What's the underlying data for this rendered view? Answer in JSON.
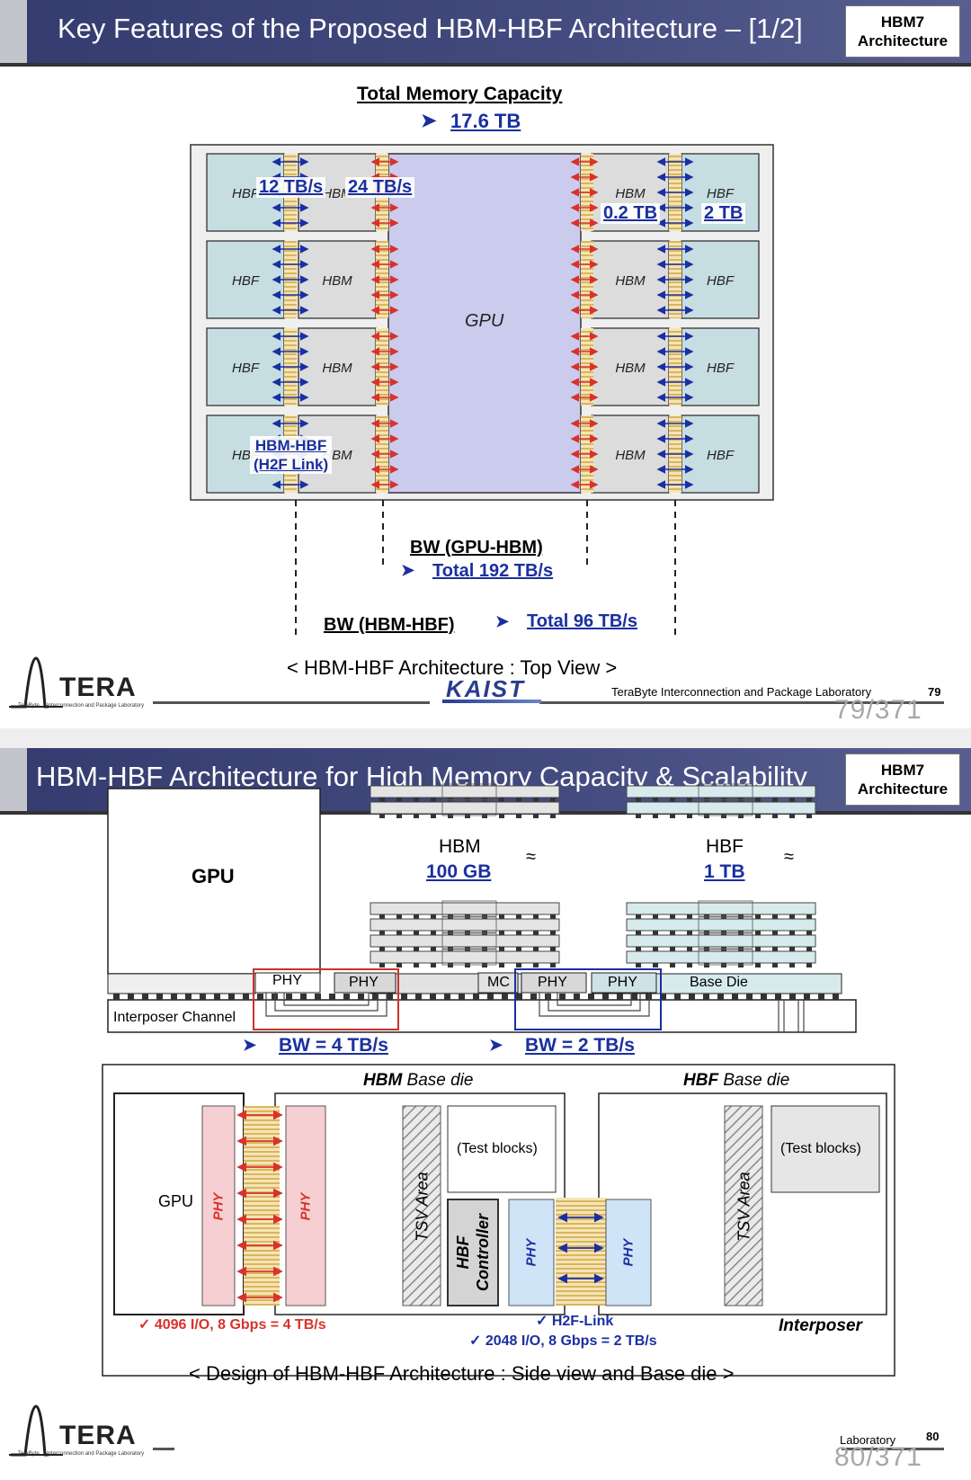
{
  "slide1": {
    "title": "Key Features of the Proposed HBM-HBF Architecture – [1/2]",
    "tag_line1": "HBM7",
    "tag_line2": "Architecture",
    "capacity_heading": "Total Memory Capacity",
    "capacity_value": "17.6 TB",
    "bw_hbf_callout": "12 TB/s",
    "bw_hbm_callout": "24 TB/s",
    "hbm_cap_callout": "0.2 TB",
    "hbf_cap_callout": "2 TB",
    "link_callout_line1": "HBM-HBF",
    "link_callout_line2": "(H2F Link)",
    "gpu_label": "GPU",
    "hbm_label": "HBM",
    "hbf_label": "HBF",
    "bw_gpu_hbm_heading": "BW (GPU-HBM)",
    "bw_gpu_hbm_value": "Total 192 TB/s",
    "bw_hbm_hbf_heading": "BW (HBM-HBF)",
    "bw_hbm_hbf_value": "Total 96 TB/s",
    "caption": "< HBM-HBF Architecture : Top View >",
    "logo_text": "TERA",
    "logo_sub": "Interconnection and Package Laboratory",
    "logo_mini": "TeraByte",
    "kaist": "KAIST",
    "lab_name": "TeraByte Interconnection and Package Laboratory",
    "page_number": "79",
    "page_counter": "79/371"
  },
  "slide2": {
    "title": "HBM-HBF Architecture for High Memory Capacity & Scalability",
    "tag_line1": "HBM7",
    "tag_line2": "Architecture",
    "gpu_label": "GPU",
    "hbm_label": "HBM",
    "hbm_capacity": "100 GB",
    "hbf_label": "HBF",
    "hbf_capacity": "1 TB",
    "approx_symbol": "≈",
    "phy_label": "PHY",
    "mc_label": "MC",
    "base_die_label": "Base Die",
    "interposer_channel": "Interposer Channel",
    "bw_left": "BW = 4 TB/s",
    "bw_right": "BW = 2 TB/s",
    "hbm_base_die_bold": "HBM",
    "hbm_base_die_rest": " Base die",
    "hbf_base_die_bold": "HBF",
    "hbf_base_die_rest": " Base die",
    "gpu_inner": "GPU",
    "test_blocks": "(Test blocks)",
    "tsv_area": "TSV Area",
    "hbf_controller_line1": "HBF",
    "hbf_controller_line2": "Controller",
    "note_gpu_io": "✓ 4096 I/O, 8 Gbps = 4 TB/s",
    "note_h2f": "✓ H2F-Link",
    "note_h2f_io": "✓ 2048 I/O, 8 Gbps = 2 TB/s",
    "interposer_label": "Interposer",
    "caption": "< Design of HBM-HBF Architecture : Side view and Base die >",
    "logo_text": "TERA",
    "logo_sub": "Interconnection and Package Laboratory",
    "logo_mini": "TeraByte",
    "lab_name_fragment": "Laboratory",
    "page_number": "80",
    "page_counter": "80/371"
  },
  "colors": {
    "title_bar": "#3b4275",
    "hbf_fill": "#c6dde2",
    "hbm_fill": "#dcdcdc",
    "gpu_fill": "#cbcbee",
    "link_blue": "#1a2fa0",
    "arrow_red": "#d8322a",
    "phy_pink": "#f6cfd2",
    "phy_blue": "#cfe4f7",
    "stripe_yellow": "#f3dca0"
  }
}
